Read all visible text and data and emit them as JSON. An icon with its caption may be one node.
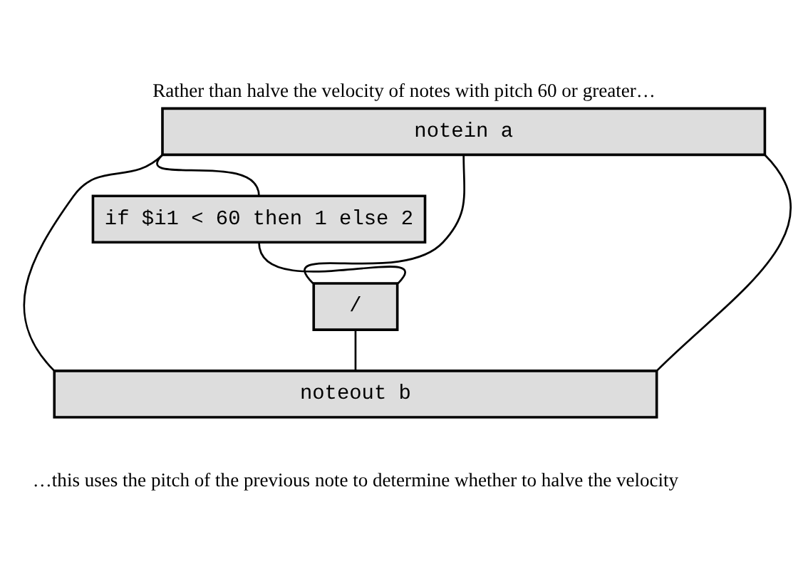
{
  "diagram": {
    "title": "Rather than halve the velocity of notes with pitch 60 or greater…",
    "caption": "…this uses the pitch of the previous note to determine whether to halve the velocity",
    "nodes": [
      {
        "text": [
          "notein a"
        ]
      },
      {
        "text": [
          "if $i1 < 60 then 1 else 2"
        ]
      },
      {
        "text": [
          "/"
        ]
      },
      {
        "text": [
          "noteout b"
        ]
      }
    ],
    "edges": [
      {
        "from": 0,
        "to": 3,
        "arrow": "none"
      },
      {
        "from": 0,
        "to": 1,
        "arrow": "none"
      },
      {
        "from": 0,
        "to": 2,
        "arrow": "none"
      },
      {
        "from": 1,
        "to": 2,
        "arrow": "none"
      },
      {
        "from": 2,
        "to": 3,
        "arrow": "none"
      },
      {
        "from": 0,
        "to": 3,
        "arrow": "none"
      }
    ]
  }
}
